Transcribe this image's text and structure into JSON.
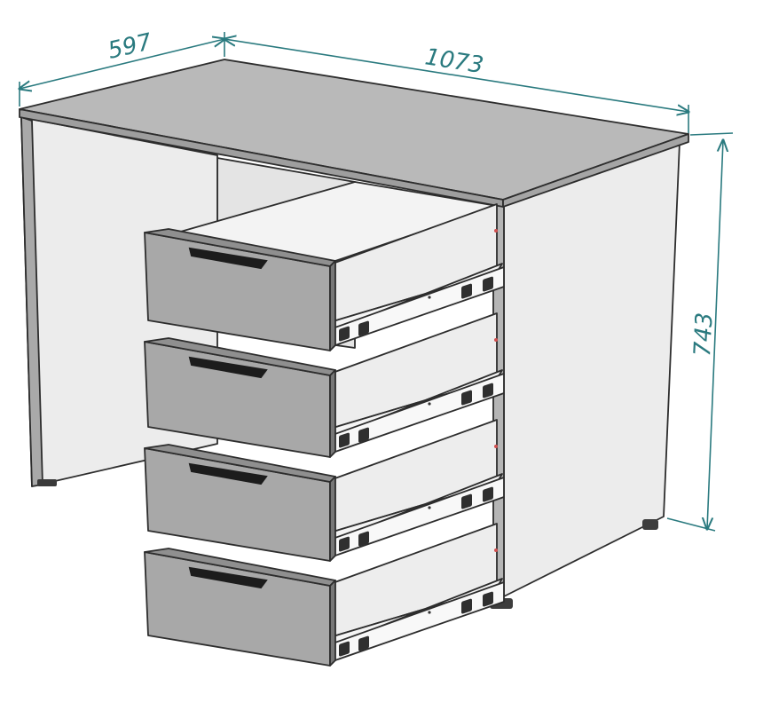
{
  "dimensions": {
    "depth": "597",
    "width": "1073",
    "height": "743"
  },
  "drawers": {
    "count": 4,
    "state": "open"
  },
  "colors": {
    "dimension": "#2a7a7f",
    "front": "#aaaaaa",
    "panel": "#e9e9e9",
    "top": "#b8b8b8",
    "outline": "#2d2d2d"
  }
}
